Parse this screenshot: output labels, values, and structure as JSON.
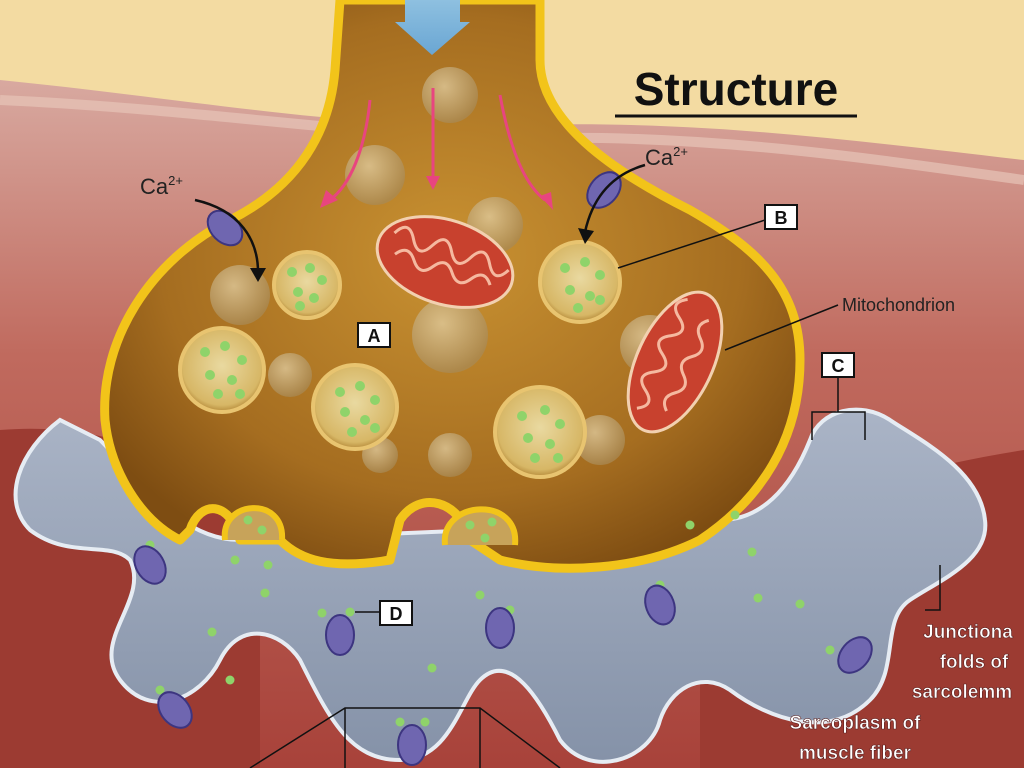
{
  "title": "Structure",
  "labels": {
    "ca_left": "Ca",
    "ca_left_sup": "2+",
    "ca_right": "Ca",
    "ca_right_sup": "2+",
    "mitochondrion": "Mitochondrion",
    "junctional_line1": "Junctiona",
    "junctional_line2": "folds of",
    "junctional_line3": "sarcolemm",
    "sarcoplasm_line1": "Sarcoplasm of",
    "sarcoplasm_line2": "muscle fiber"
  },
  "markers": {
    "a": "A",
    "b": "B",
    "c": "C",
    "d": "D"
  },
  "colors": {
    "background": "#f2d9a0",
    "muscle": "#b8534b",
    "cleft": "#9aa7bd",
    "terminal_fill": "#b07a26",
    "terminal_outline": "#f0c020",
    "arrow_pink": "#e8457f",
    "mitochondrion": "#c8412e",
    "vesicle_dot": "#8fd36a",
    "receptor": "#6f66b0"
  }
}
